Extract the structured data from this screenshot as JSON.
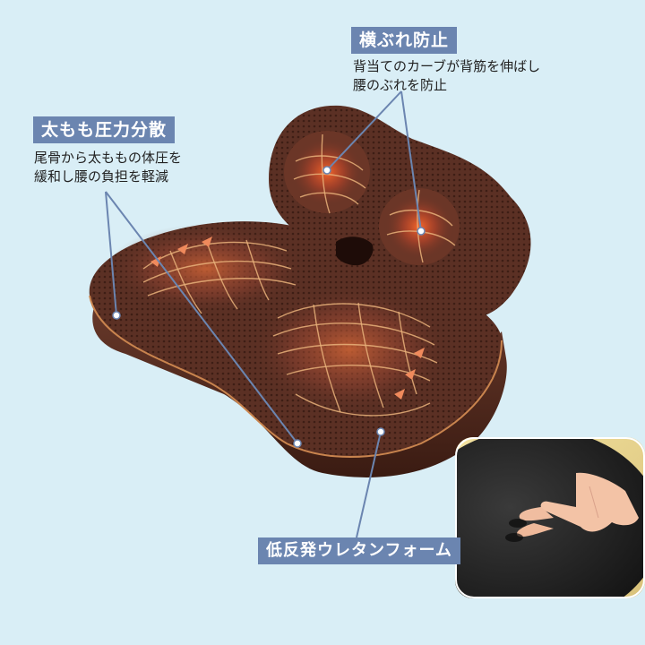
{
  "callouts": {
    "side_sway": {
      "title": "横ぶれ防止",
      "line1": "背当てのカーブが背筋を伸ばし",
      "line2": "腰のぶれを防止"
    },
    "thigh": {
      "title": "太もも圧力分散",
      "line1": "尾骨から太ももの体圧を",
      "line2": "緩和し腰の負担を軽減"
    },
    "material": {
      "title": "低反発ウレタンフォーム"
    }
  },
  "colors": {
    "background": "#d9eef6",
    "label_fill": "#6b85b0",
    "cushion_brown": "#5a2f22",
    "heat_glow": "#e0532a",
    "inset_foam": "#1c1c1c"
  },
  "icons": [
    "seat-cushion-illustration",
    "foam-hand-press-photo"
  ]
}
